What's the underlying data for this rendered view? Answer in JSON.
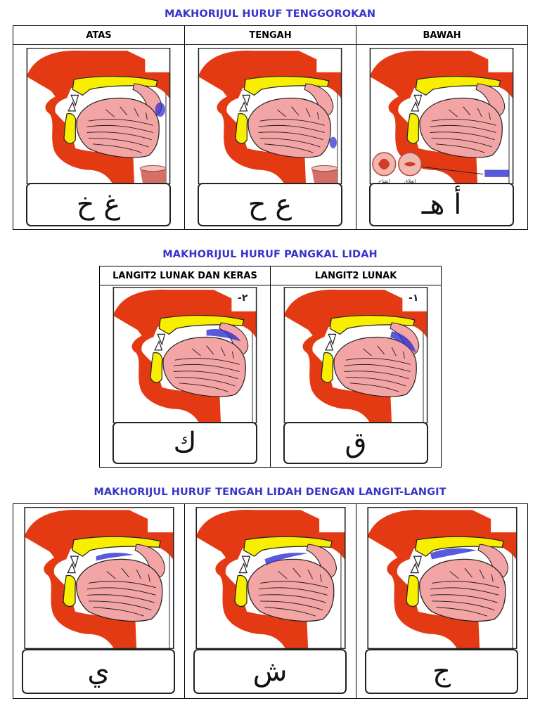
{
  "sections": [
    {
      "title": "MAKHORIJUL HURUF TENGGOROKAN",
      "headers": [
        "ATAS",
        "TENGAH",
        "BAWAH"
      ],
      "letters": [
        "غ خ",
        "ع ح",
        "أ هـ"
      ],
      "larynx_labels": [
        "انفتاح",
        "انغلاق"
      ]
    },
    {
      "title": "MAKHORIJUL HURUF PANGKAL LIDAH",
      "headers": [
        "LANGIT2 LUNAK DAN KERAS",
        "LANGIT2 LUNAK"
      ],
      "numbers": [
        "-٢",
        "-١"
      ],
      "letters": [
        "ك",
        "ق"
      ]
    },
    {
      "title": "MAKHORIJUL HURUF TENGAH LIDAH DENGAN LANGIT-LANGIT",
      "letters": [
        "ي",
        "ش",
        "ج"
      ]
    }
  ],
  "colors": {
    "title": "#3535c8",
    "head": "#e43a14",
    "tongue": "#f3a4a4",
    "palate": "#f8ee00",
    "highlight": "#3030d0"
  }
}
